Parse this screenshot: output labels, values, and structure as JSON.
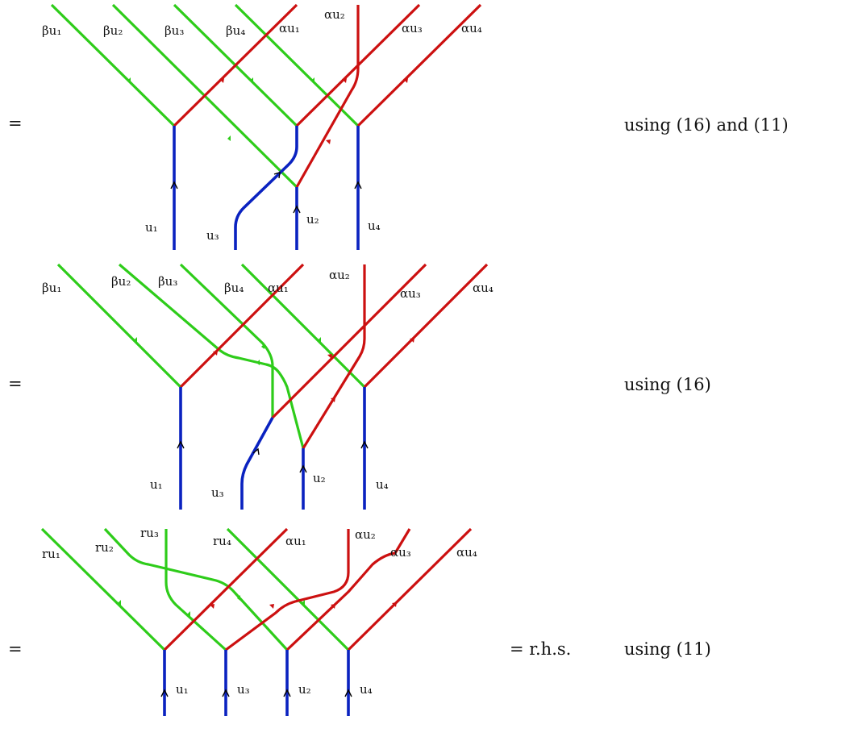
{
  "rows": [
    {
      "equals": "=",
      "note": "using (16) and (11)",
      "labels_top": [
        "βu₁",
        "βu₂",
        "βu₃",
        "βu₄",
        "αu₁",
        "αu₂",
        "αu₃",
        "αu₄"
      ],
      "labels_bottom": [
        "u₁",
        "u₃",
        "u₂",
        "u₄"
      ]
    },
    {
      "equals": "=",
      "note": "using (16)",
      "labels_top": [
        "βu₁",
        "βu₂",
        "βu₃",
        "βu₄",
        "αu₁",
        "αu₂",
        "αu₃",
        "αu₄"
      ],
      "labels_bottom": [
        "u₁",
        "u₃",
        "u₂",
        "u₄"
      ]
    },
    {
      "equals": "=",
      "rhs": "= r.h.s.",
      "note": "using (11)",
      "labels_top": [
        "ru₁",
        "ru₂",
        "ru₃",
        "ru₄",
        "αu₁",
        "αu₂",
        "αu₃",
        "αu₄"
      ],
      "labels_bottom": [
        "u₁",
        "u₃",
        "u₂",
        "u₄"
      ]
    }
  ],
  "colors": {
    "green": "#2ecc1a",
    "red": "#cc1010",
    "blue": "#0a22c0"
  }
}
